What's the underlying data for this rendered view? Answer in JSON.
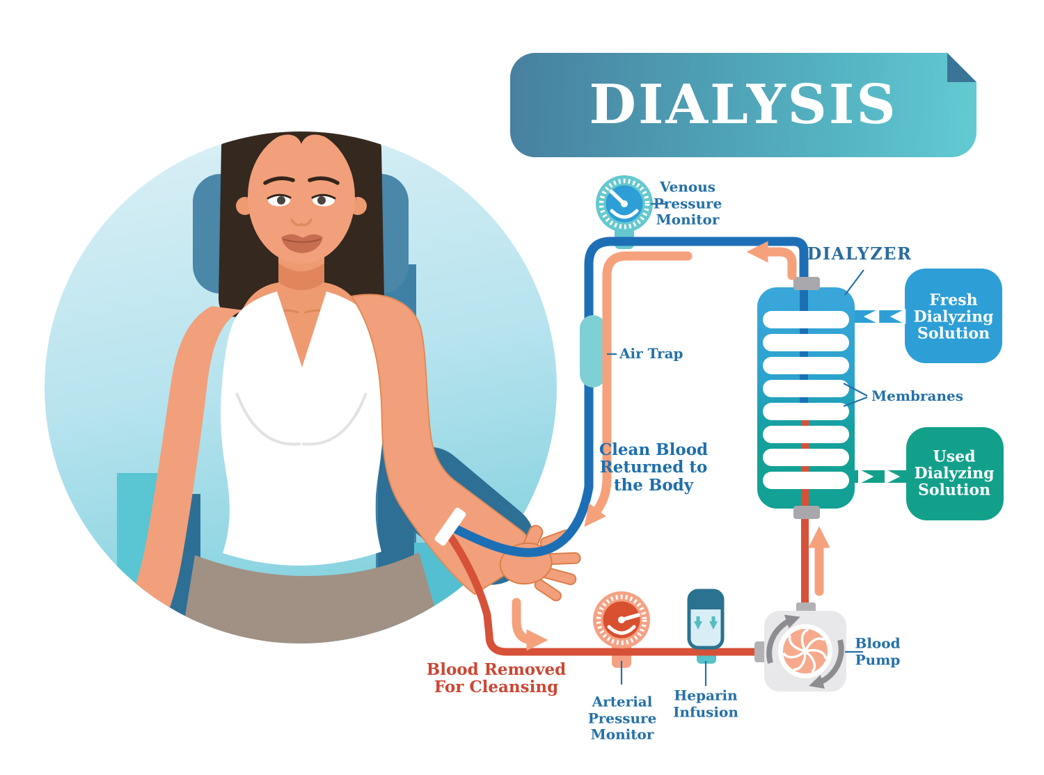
{
  "banner": {
    "title": "DIALYSIS"
  },
  "labels": {
    "venous_monitor": [
      "Venous",
      "Pressure",
      "Monitor"
    ],
    "air_trap": "Air Trap",
    "dialyzer": "DIALYZER",
    "membranes": "Membranes",
    "fresh_solution": [
      "Fresh",
      "Dialyzing",
      "Solution"
    ],
    "used_solution": [
      "Used",
      "Dialyzing",
      "Solution"
    ],
    "clean_blood": [
      "Clean Blood",
      "Returned to",
      "the Body"
    ],
    "blood_removed": [
      "Blood Removed",
      "For Cleansing"
    ],
    "arterial_monitor": [
      "Arterial",
      "Pressure",
      "Monitor"
    ],
    "heparin_infusion": [
      "Heparin",
      "Infusion"
    ],
    "blood_pump": [
      "Blood",
      "Pump"
    ]
  },
  "colors": {
    "banner_gradient_left": "#47809f",
    "banner_gradient_right": "#63cad2",
    "venous_tube_blue": "#1d6fb5",
    "arterial_tube_red": "#d65138",
    "flow_arrow_salmon": "#f5a17c",
    "label_blue": "#2470a8",
    "clean_blood_text": "#1d6fad",
    "blood_removed_text": "#cc4733",
    "fresh_solution_box": "#2d9fd6",
    "used_solution_box": "#13a08b",
    "dialyzer_top": "#3aa6db",
    "dialyzer_bottom": "#13a095",
    "air_trap_teal": "#7ed0d4",
    "gauge_ring_teal": "#66c8cf",
    "gauge_face_blue": "#2d9fd6",
    "gauge_ring_orange": "#f5a184",
    "gauge_face_red": "#d8502f",
    "pump_body_gray": "#e8e8ea",
    "pump_rotor_salmon": "#f6a98b",
    "circle_background": "#8bd5e2",
    "chair_blue": "#4a87a9",
    "skin": "#f2a07b",
    "hair": "#35281f",
    "skirt": "#a09184"
  }
}
